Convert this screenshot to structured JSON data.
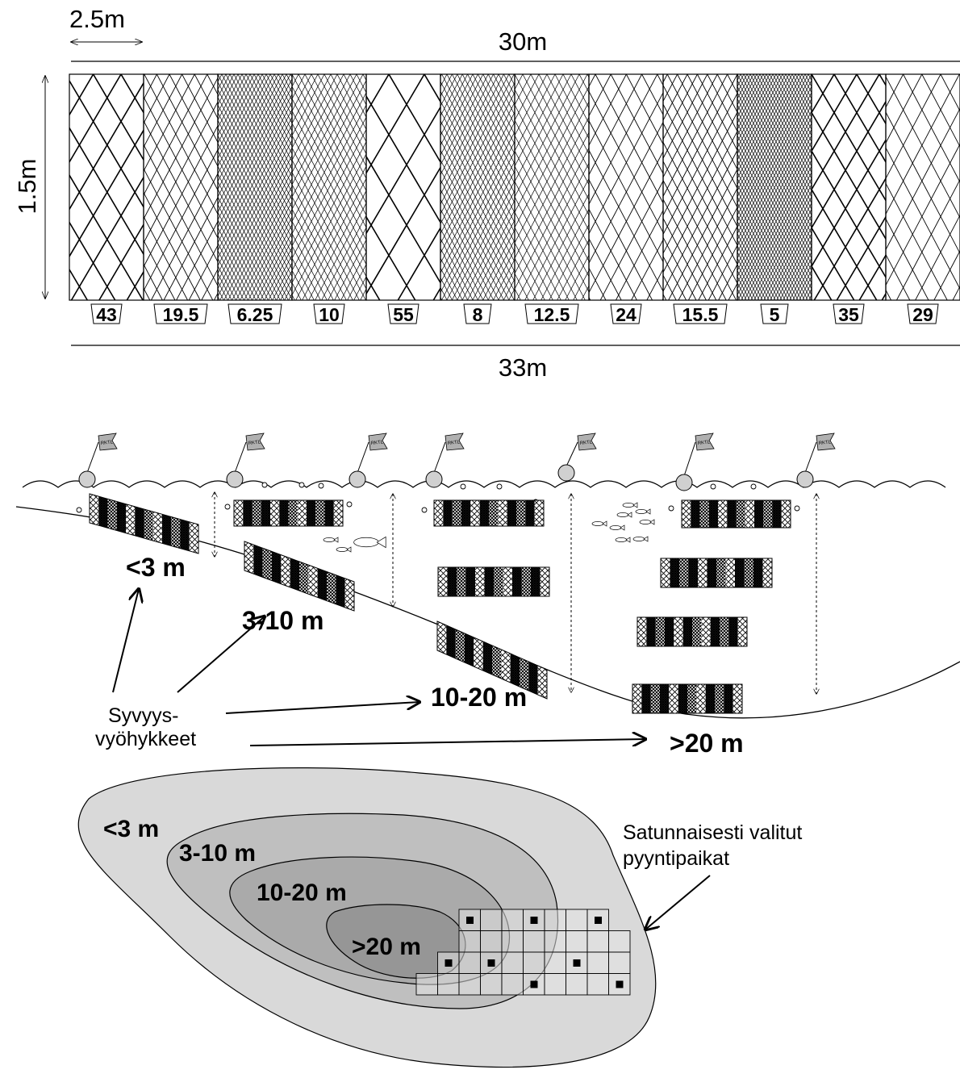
{
  "net": {
    "panel_width_label": "2.5m",
    "net_length_label": "30m",
    "net_height_label": "1.5m",
    "total_length_label": "33m",
    "mesh_sizes": [
      "43",
      "19.5",
      "6.25",
      "10",
      "55",
      "8",
      "12.5",
      "24",
      "15.5",
      "5",
      "35",
      "29"
    ]
  },
  "profile": {
    "zones": [
      "<3 m",
      "3-10 m",
      "10-20 m",
      ">20 m"
    ],
    "zone_caption_line1": "Syvyys-",
    "zone_caption_line2": "vyöhykkeet",
    "flag_text": "RKTL"
  },
  "map": {
    "zones": [
      "<3 m",
      "3-10 m",
      "10-20 m",
      ">20 m"
    ],
    "caption_line1": "Satunnaisesti valitut",
    "caption_line2": "pyyntipaikat",
    "colors": {
      "zone1": "#d9d9d9",
      "zone2": "#bfbfbf",
      "zone3": "#aaaaaa",
      "zone4": "#969696",
      "grid_fill": "#e4e4e4"
    }
  }
}
